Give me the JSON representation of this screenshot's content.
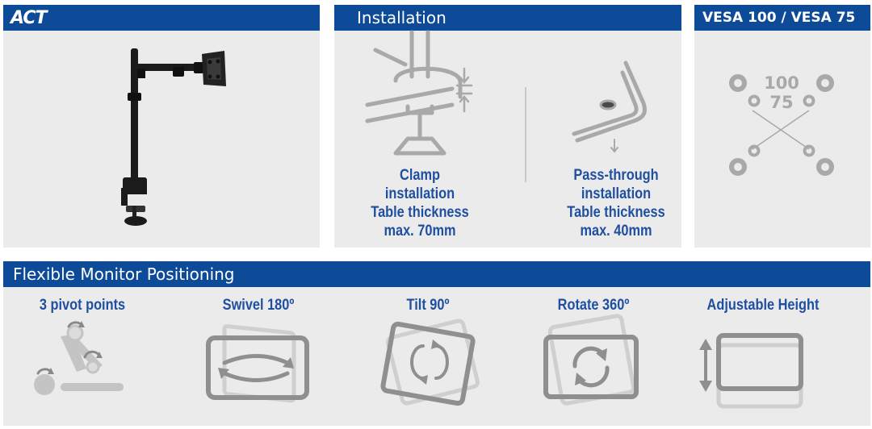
{
  "brand": {
    "logo_text": "ACT"
  },
  "installation": {
    "title": "Installation",
    "clamp": {
      "line1": "Clamp",
      "line2": "installation",
      "line3": "Table thickness",
      "line4": "max. 70mm"
    },
    "pass_through": {
      "line1": "Pass-through",
      "line2": "installation",
      "line3": "Table thickness",
      "line4": "max. 40mm"
    }
  },
  "vesa": {
    "title": "VESA 100 / VESA 75",
    "outer_label": "100",
    "inner_label": "75"
  },
  "positioning": {
    "title": "Flexible Monitor Positioning",
    "features": [
      {
        "label": "3 pivot points",
        "icon": "pivot-points-icon"
      },
      {
        "label": "Swivel 180º",
        "icon": "swivel-icon"
      },
      {
        "label": "Tilt 90º",
        "icon": "tilt-icon"
      },
      {
        "label": "Rotate 360º",
        "icon": "rotate-icon"
      },
      {
        "label": "Adjustable Height",
        "icon": "height-icon"
      }
    ]
  },
  "colors": {
    "brand_blue": "#0d4a97",
    "caption_blue": "#1f4fa0",
    "panel_gray": "#ebebeb",
    "icon_gray": "#a9a9a9"
  }
}
